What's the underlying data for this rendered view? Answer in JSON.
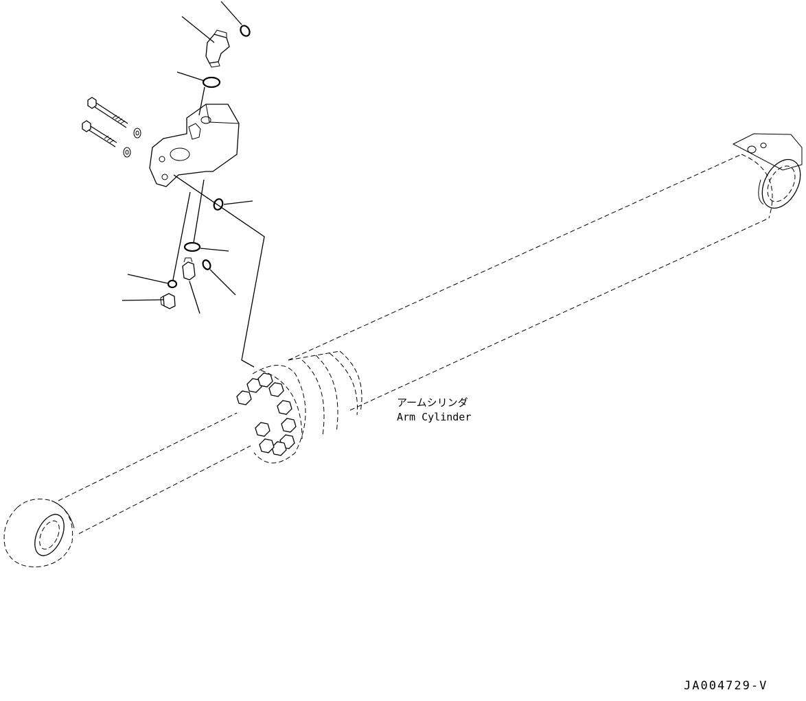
{
  "labels": {
    "part_name_jp": "アームシリンダ",
    "part_name_en": "Arm Cylinder",
    "drawing_number": "JA004729-V"
  },
  "colors": {
    "line": "#000000",
    "background": "#ffffff"
  }
}
